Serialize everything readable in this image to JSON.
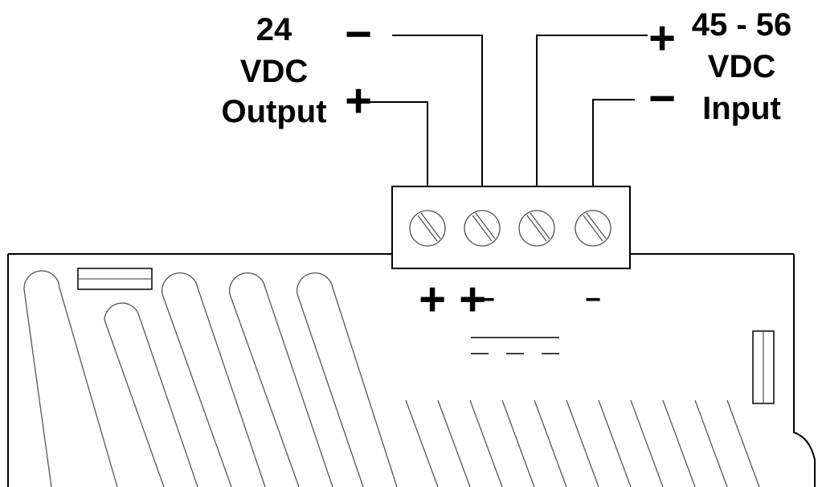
{
  "labels": {
    "output_line1": "24",
    "output_line2": "VDC",
    "output_line3": "Output",
    "input_line1": "45 - 56",
    "input_line2": "VDC",
    "input_line3": "Input"
  },
  "signs": {
    "output_negative": "−",
    "output_positive": "+",
    "input_positive": "+",
    "input_negative": "−",
    "board_plus_1": "+",
    "board_plus_2": "+",
    "board_minus_1": "−",
    "board_minus_2": "−"
  },
  "terminal_block": {
    "screw_count": 4
  }
}
